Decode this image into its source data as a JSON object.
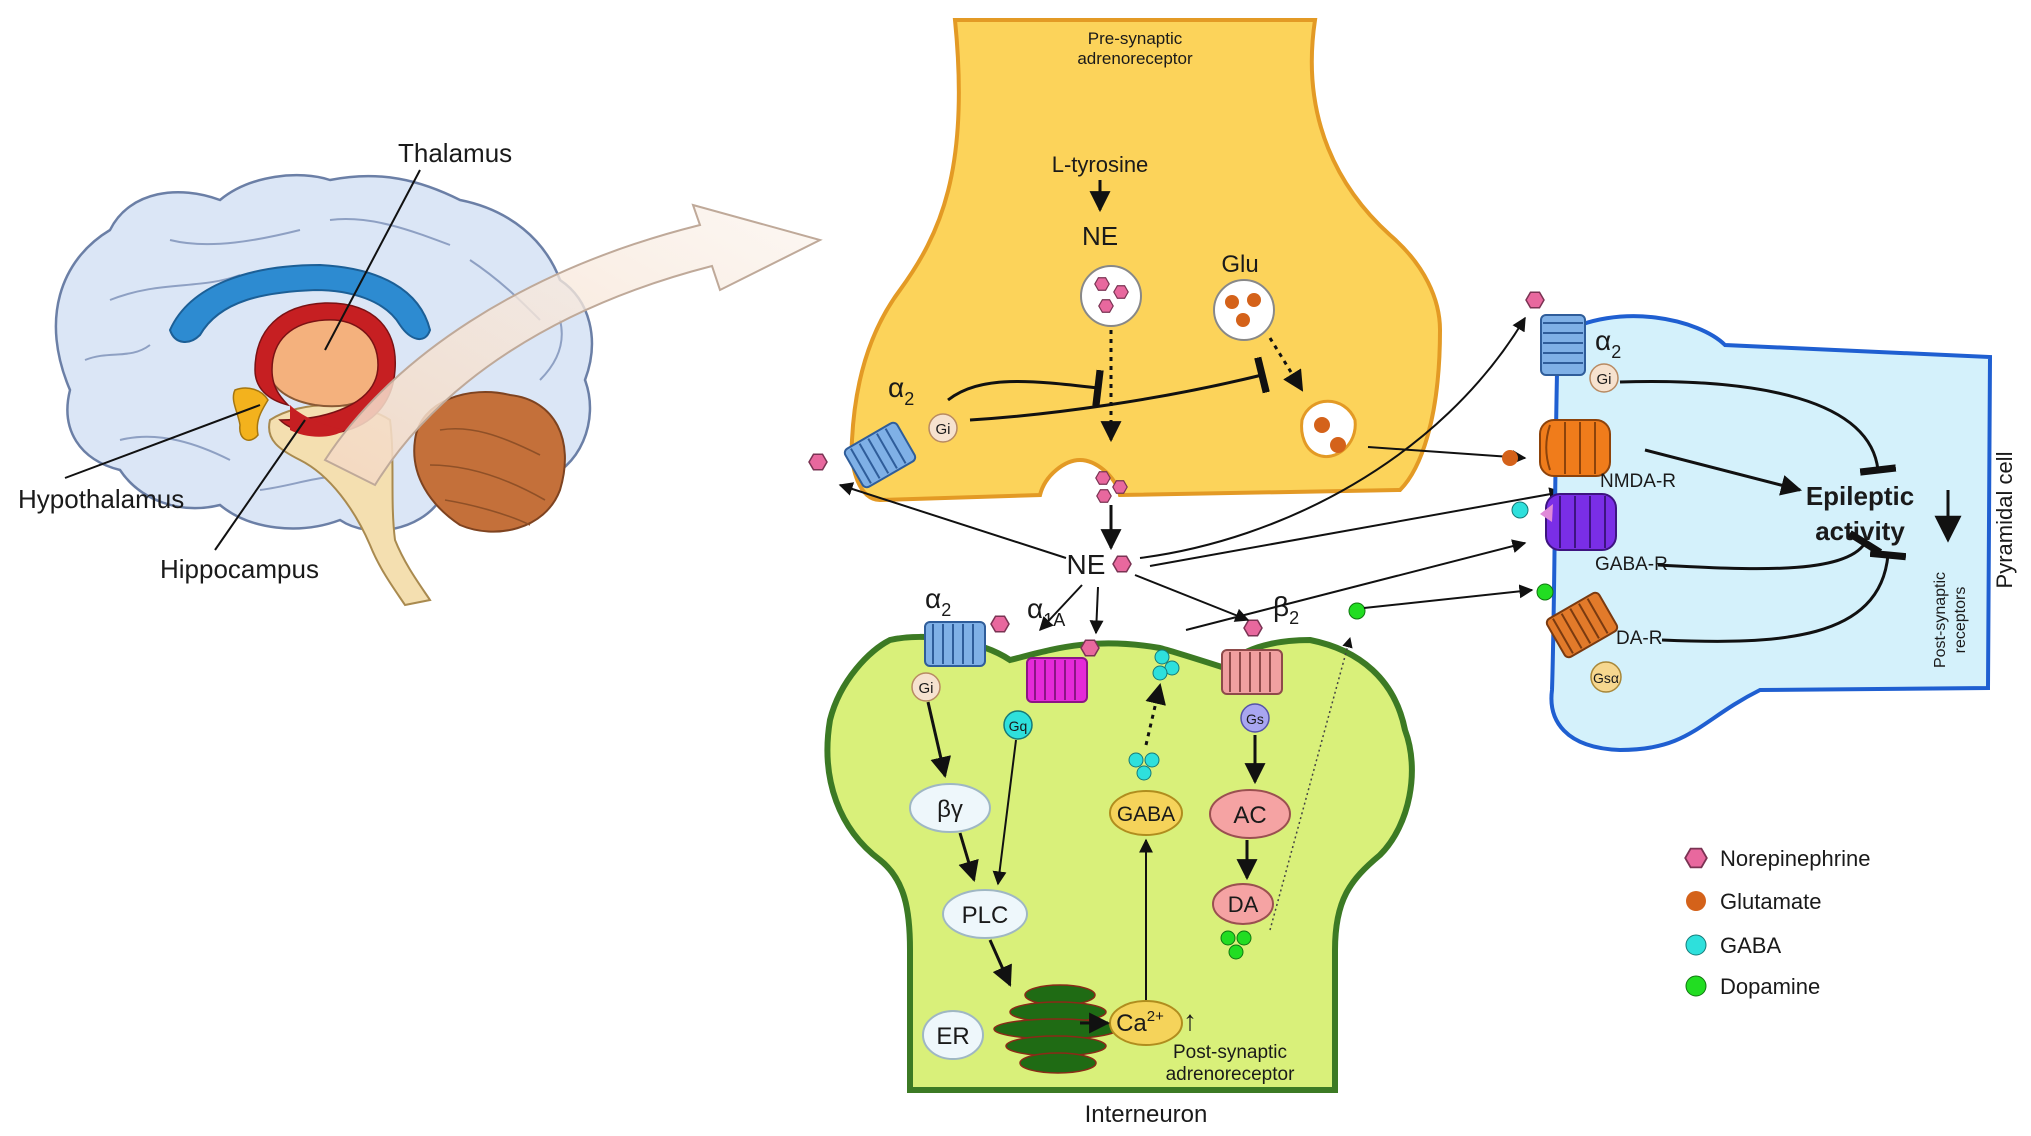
{
  "brain": {
    "thalamus": "Thalamus",
    "hypothalamus": "Hypothalamus",
    "hippocampus": "Hippocampus"
  },
  "presynaptic": {
    "title_line1": "Pre-synaptic",
    "title_line2": "adrenoreceptor",
    "l_tyrosine": "L-tyrosine",
    "ne": "NE",
    "glu": "Glu",
    "alpha": "α",
    "alpha_sub": "2",
    "gi": "Gi"
  },
  "center": {
    "ne": "NE"
  },
  "interneuron": {
    "name": "Interneuron",
    "post_line1": "Post-synaptic",
    "post_line2": "adrenoreceptor",
    "alpha2": "α",
    "alpha2_sub": "2",
    "alpha1a": "α",
    "alpha1a_sub": "1A",
    "beta2": "β",
    "beta2_sub": "2",
    "gi": "Gi",
    "gq": "Gq",
    "gs": "Gs",
    "by": "βγ",
    "plc": "PLC",
    "er": "ER",
    "ca": "Ca",
    "ca_sup": "2+",
    "ca_arrow": "↑",
    "gaba": "GABA",
    "ac": "AC",
    "da": "DA"
  },
  "pyramidal": {
    "name": "Pyramidal cell",
    "alpha": "α",
    "alpha_sub": "2",
    "gi": "Gi",
    "nmda": "NMDA-R",
    "gaba_r": "GABA-R",
    "da_r": "DA-R",
    "gsa": "Gsα",
    "epi_line1": "Epileptic",
    "epi_line2": "activity",
    "post_line1": "Post-synaptic",
    "post_line2": "receptors"
  },
  "legend": [
    {
      "label": "Norepinephrine",
      "color": "#e8689e",
      "shape": "hexagon"
    },
    {
      "label": "Glutamate",
      "color": "#d4621a",
      "shape": "circle"
    },
    {
      "label": "GABA",
      "color": "#2ee0dc",
      "shape": "circle"
    },
    {
      "label": "Dopamine",
      "color": "#22dd22",
      "shape": "circle"
    }
  ],
  "colors": {
    "presynaptic_fill": "#fcd35a",
    "presynaptic_stroke": "#e39a25",
    "interneuron_fill": "#d9f07a",
    "interneuron_stroke": "#3c7a24",
    "pyramidal_fill": "#d4f1fb",
    "pyramidal_stroke": "#1f5fd1",
    "norepinephrine": "#e8689e",
    "glutamate": "#d4621a",
    "gaba": "#2ee0dc",
    "dopamine": "#22dd22"
  }
}
